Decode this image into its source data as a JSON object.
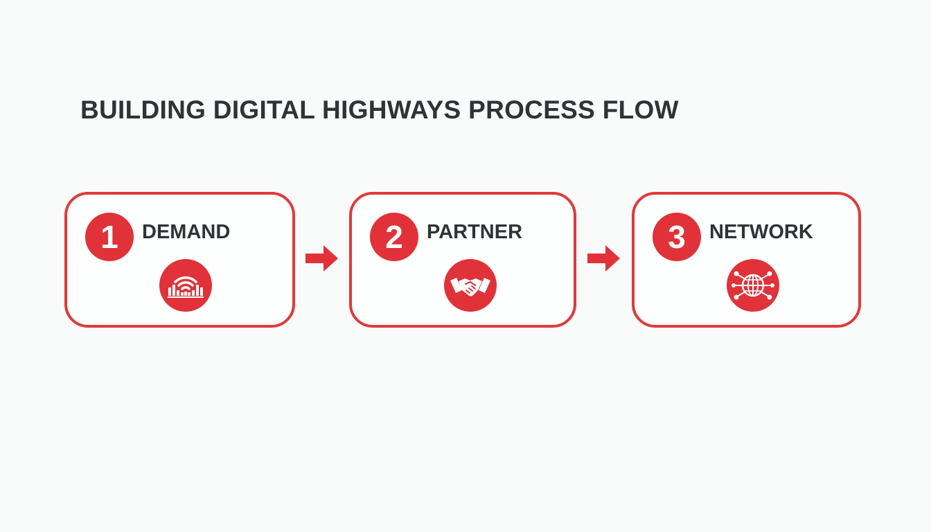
{
  "title": "BUILDING DIGITAL HIGHWAYS PROCESS FLOW",
  "steps": [
    {
      "number": "1",
      "label": "DEMAND",
      "icon": "signal-bars-icon"
    },
    {
      "number": "2",
      "label": "PARTNER",
      "icon": "handshake-icon"
    },
    {
      "number": "3",
      "label": "NETWORK",
      "icon": "globe-network-icon"
    }
  ],
  "colors": {
    "accent": "#e03238",
    "text": "#2f3336",
    "background": "#f9fafa"
  }
}
